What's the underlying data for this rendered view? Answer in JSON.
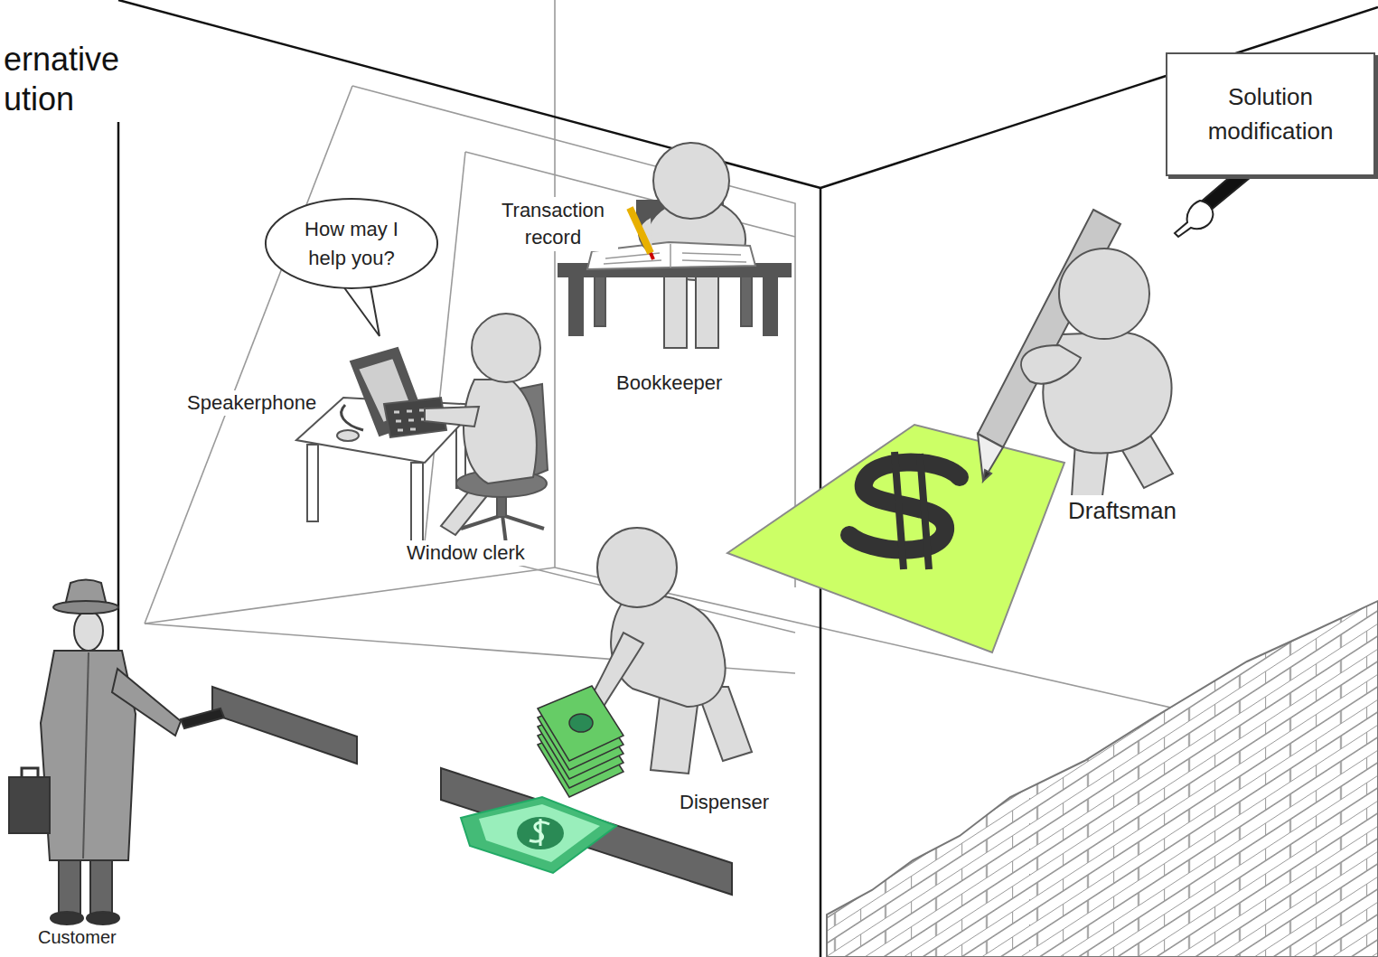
{
  "diagram": {
    "title": "ernative ution",
    "nodes": [
      {
        "text": [
          "Solution modification"
        ]
      },
      {
        "text": [
          "How may I help you?"
        ]
      }
    ],
    "labels": [
      "Transaction record",
      "Speakerphone",
      "Bookkeeper",
      "Window clerk",
      "Dispenser",
      "Draftsman",
      "Customer"
    ]
  }
}
